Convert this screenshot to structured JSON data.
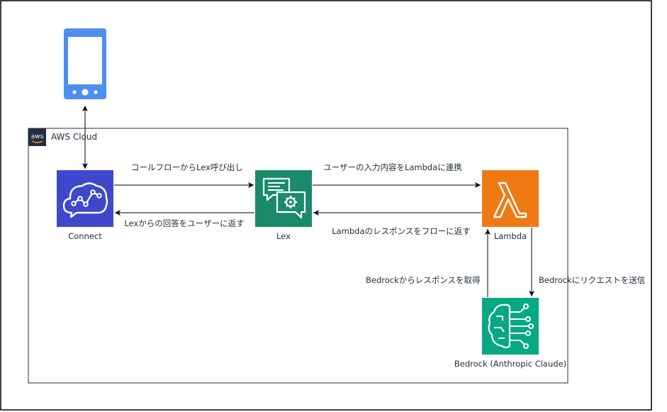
{
  "cloud": {
    "title": "AWS Cloud",
    "logo_text": "aws"
  },
  "services": {
    "connect": {
      "label": "Connect",
      "color": "#3f48cc",
      "icon": "connect-icon"
    },
    "lex": {
      "label": "Lex",
      "color": "#1a8a6b",
      "icon": "lex-icon"
    },
    "lambda": {
      "label": "Lambda",
      "color": "#ef7a14",
      "icon": "lambda-icon"
    },
    "bedrock": {
      "label": "Bedrock (Anthropic Claude)",
      "color": "#06a983",
      "icon": "bedrock-icon"
    }
  },
  "phone": {
    "icon": "mobile-phone-icon",
    "color": "#4d8fee"
  },
  "arrows": {
    "connect_to_lex": "コールフローからLex呼び出し",
    "lex_to_connect": "Lexからの回答をユーザーに返す",
    "lex_to_lambda": "ユーザーの入力内容をLambdaに連携",
    "lambda_to_lex": "Lambdaのレスポンスをフローに返す",
    "bedrock_to_lambda": "Bedrockからレスポンスを取得",
    "lambda_to_bedrock": "Bedrockにリクエストを送信"
  }
}
